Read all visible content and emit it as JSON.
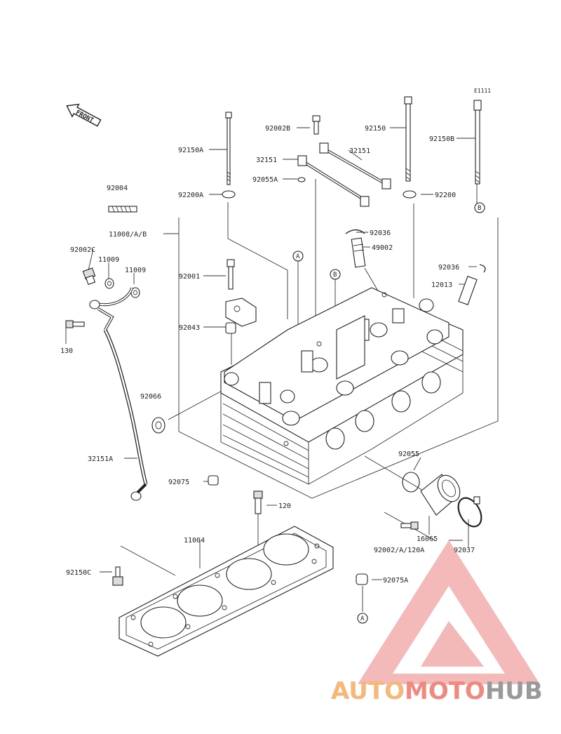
{
  "diagram_code": "E1111",
  "front_label": "FRONT",
  "parts": {
    "p92150A": "92150A",
    "p92002B": "92002B",
    "p92150": "92150",
    "p92150B": "92150B",
    "p32151_left": "32151",
    "p32151_right": "32151",
    "p92055A": "92055A",
    "p92004": "92004",
    "p92200A": "92200A",
    "p92200": "92200",
    "p11008AB": "11008/A/B",
    "p92036_top": "92036",
    "p49002": "49002",
    "p92002C": "92002C",
    "p11009_left": "11009",
    "p11009_right": "11009",
    "p92001": "92001",
    "p92036_right": "92036",
    "p12013": "12013",
    "p92043": "92043",
    "p130": "130",
    "p92066": "92066",
    "p32151A": "32151A",
    "p92055": "92055",
    "p92075": "92075",
    "p120": "120",
    "p16065": "16065",
    "p11004": "11004",
    "p92002A120A": "92002/A/120A",
    "p92037": "92037",
    "p92150C": "92150C",
    "p92075A": "92075A"
  },
  "callouts": {
    "a_head": "A",
    "b_head": "B",
    "b_bolt": "B",
    "a_bottom": "A"
  },
  "watermark": {
    "part1": "AUTO",
    "part2": "MOTO",
    "part3": "HUB",
    "color_auto": "#f5b87a",
    "color_moto": "#ef8a80",
    "color_hub": "#9a9a9a",
    "color_logo": "#e86a6a"
  }
}
